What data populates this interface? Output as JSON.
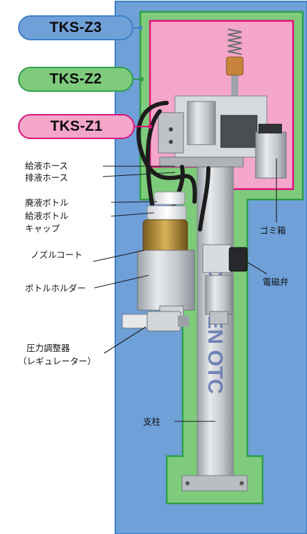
{
  "zones": [
    {
      "name": "TKS-Z3",
      "fill": "#6fa0d8",
      "border": "#3f7fc6"
    },
    {
      "name": "TKS-Z2",
      "fill": "#7fcb7c",
      "border": "#2e9e4a"
    },
    {
      "name": "TKS-Z1",
      "fill": "#f4a6cb",
      "border": "#e0127a"
    }
  ],
  "labels": {
    "supply_hose": "給液ホース",
    "drain_hose": "排液ホース",
    "waste_bottle": "廃液ボトル",
    "supply_bottle": "給液ボトル",
    "cap": "キャップ",
    "nozzle_coat": "ノズルコート",
    "bottle_holder": "ボトルホルダー",
    "regulator_1": "圧力調整器",
    "regulator_2": "（レギュレーター）",
    "dust_box": "ゴミ箱",
    "solenoid_valve": "電磁弁",
    "post": "支柱"
  },
  "brand_watermark": "DAIHEN OTC",
  "colors": {
    "leader_line": "#1a1a1a",
    "metal": "#c9cdd2",
    "metal_dark": "#8e949b",
    "hose": "#1c1c1c"
  }
}
